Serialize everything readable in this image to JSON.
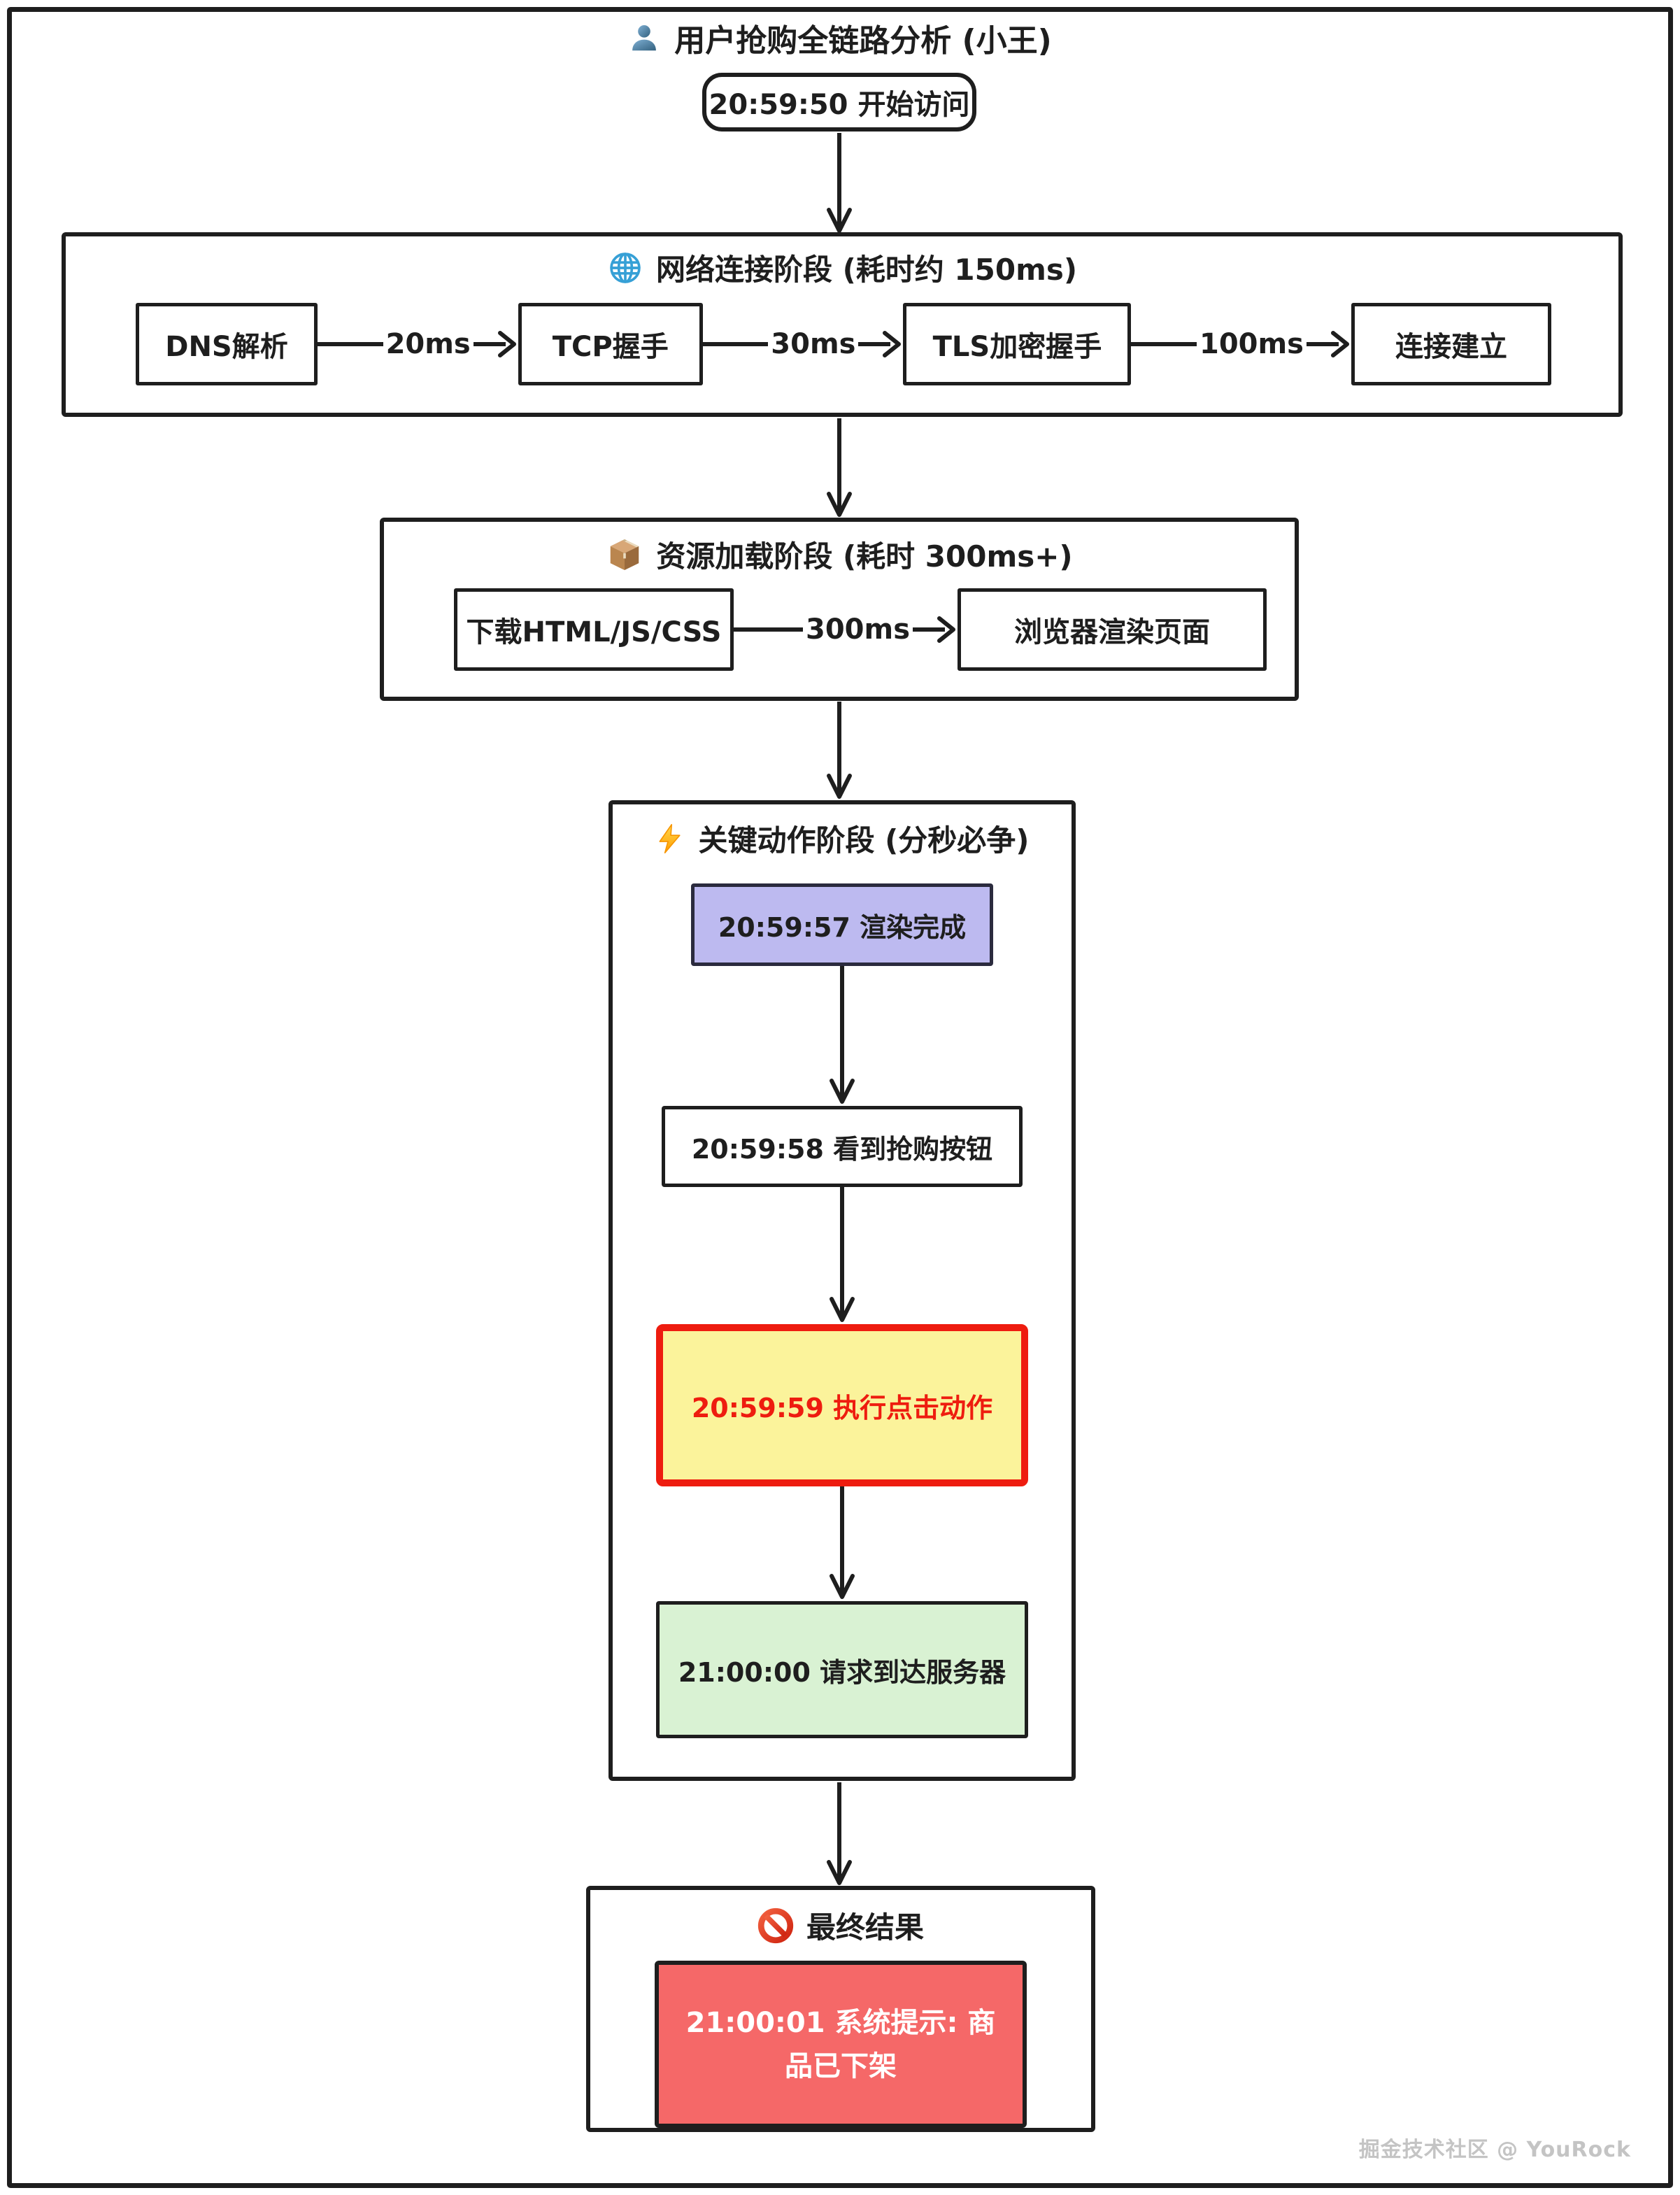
{
  "page_title": {
    "icon": "person-icon",
    "text": "用户抢购全链路分析 (小王)"
  },
  "start_node": {
    "label": "20:59:50 开始访问"
  },
  "stages": {
    "network": {
      "icon": "globe-icon",
      "title": "网络连接阶段 (耗时约 150ms)",
      "nodes": [
        "DNS解析",
        "TCP握手",
        "TLS加密握手",
        "连接建立"
      ],
      "edge_labels": [
        "20ms",
        "30ms",
        "100ms"
      ]
    },
    "resource": {
      "icon": "package-icon",
      "title": "资源加载阶段 (耗时 300ms+)",
      "nodes": [
        "下载HTML/JS/CSS",
        "浏览器渲染页面"
      ],
      "edge_labels": [
        "300ms"
      ]
    },
    "action": {
      "icon": "lightning-icon",
      "title": "关键动作阶段 (分秒必争)",
      "steps": [
        {
          "label": "20:59:57 渲染完成",
          "style": "purple"
        },
        {
          "label": "20:59:58 看到抢购按钮",
          "style": "white"
        },
        {
          "label": "20:59:59 执行点击动作",
          "style": "alert"
        },
        {
          "label": "21:00:00 请求到达服务器",
          "style": "green"
        }
      ]
    },
    "result": {
      "icon": "no-entry-icon",
      "title": "最终结果",
      "node_label": "21:00:01 系统提示: 商品已下架"
    }
  },
  "watermark": "掘金技术社区 @ YouRock",
  "colors": {
    "ink": "#1e1e1e",
    "step_purple": "#bdbaf0",
    "alert_yellow": "#fbf39b",
    "alert_red": "#ee1c0f",
    "step_green": "#d9f2d3",
    "result_red": "#f56868",
    "globe_blue": "#36a0d6"
  }
}
